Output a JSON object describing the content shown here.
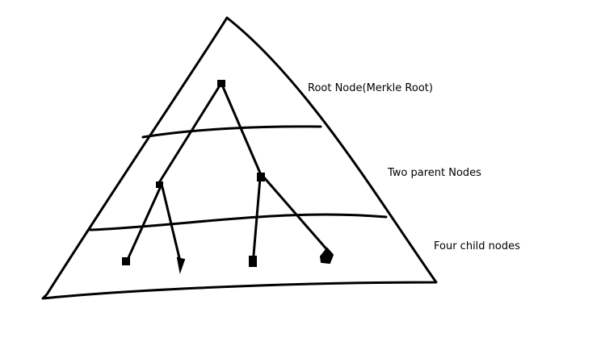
{
  "diagram": {
    "labels": {
      "root": "Root Node(Merkle Root)",
      "parents": "Two parent Nodes",
      "children": "Four child nodes"
    },
    "colors": {
      "stroke": "#000000",
      "background": "#ffffff"
    }
  }
}
